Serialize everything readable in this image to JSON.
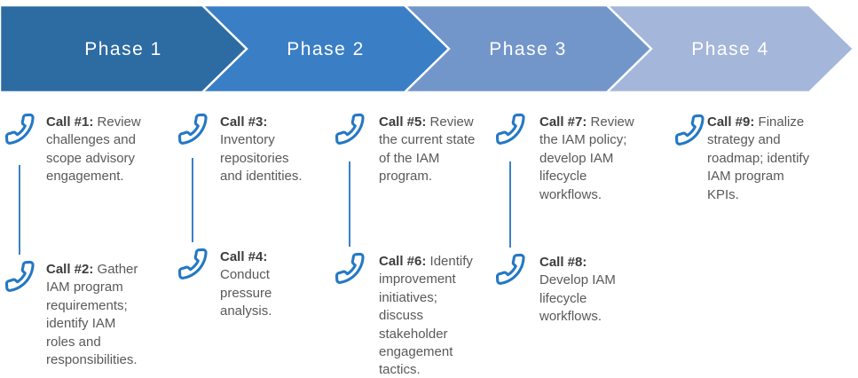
{
  "banner": {
    "phases": [
      {
        "label": "Phase 1",
        "color": "#2d6ba3"
      },
      {
        "label": "Phase 2",
        "color": "#3a7fc6"
      },
      {
        "label": "Phase 3",
        "color": "#7396ca"
      },
      {
        "label": "Phase 4",
        "color": "#a4b6da"
      }
    ]
  },
  "columns": [
    {
      "calls": [
        {
          "label": "Call #1: ",
          "text": "Review\nchallenges and\nscope advisory\nengagement."
        },
        {
          "label": "Call #2: ",
          "text": "Gather\nIAM program\nrequirements;\nidentify IAM\nroles and\nresponsibilities."
        }
      ]
    },
    {
      "calls": [
        {
          "label": "Call #3: ",
          "text": "\nInventory\nrepositories\nand identities."
        },
        {
          "label": "Call #4: ",
          "text": "\nConduct\npressure\nanalysis."
        }
      ]
    },
    {
      "calls": [
        {
          "label": "Call #5: ",
          "text": "Review\nthe current state\nof the IAM\nprogram."
        },
        {
          "label": "Call #6: ",
          "text": "Identify\nimprovement\ninitiatives;\ndiscuss\nstakeholder\nengagement\ntactics."
        }
      ]
    },
    {
      "calls": [
        {
          "label": "Call #7: ",
          "text": "Review\nthe IAM policy;\ndevelop IAM\nlifecycle\nworkflows."
        },
        {
          "label": "Call #8: ",
          "text": "\nDevelop IAM\nlifecycle\nworkflows."
        }
      ]
    },
    {
      "calls": [
        {
          "label": "Call #9: ",
          "text": "Finalize\nstrategy and\nroadmap; identify\nIAM program\nKPIs."
        }
      ]
    }
  ],
  "colors": {
    "icon_blue": "#2478c4",
    "connector_blue": "#3a82c6",
    "label_dark": "#3d3d3d",
    "body_gray": "#595959"
  }
}
